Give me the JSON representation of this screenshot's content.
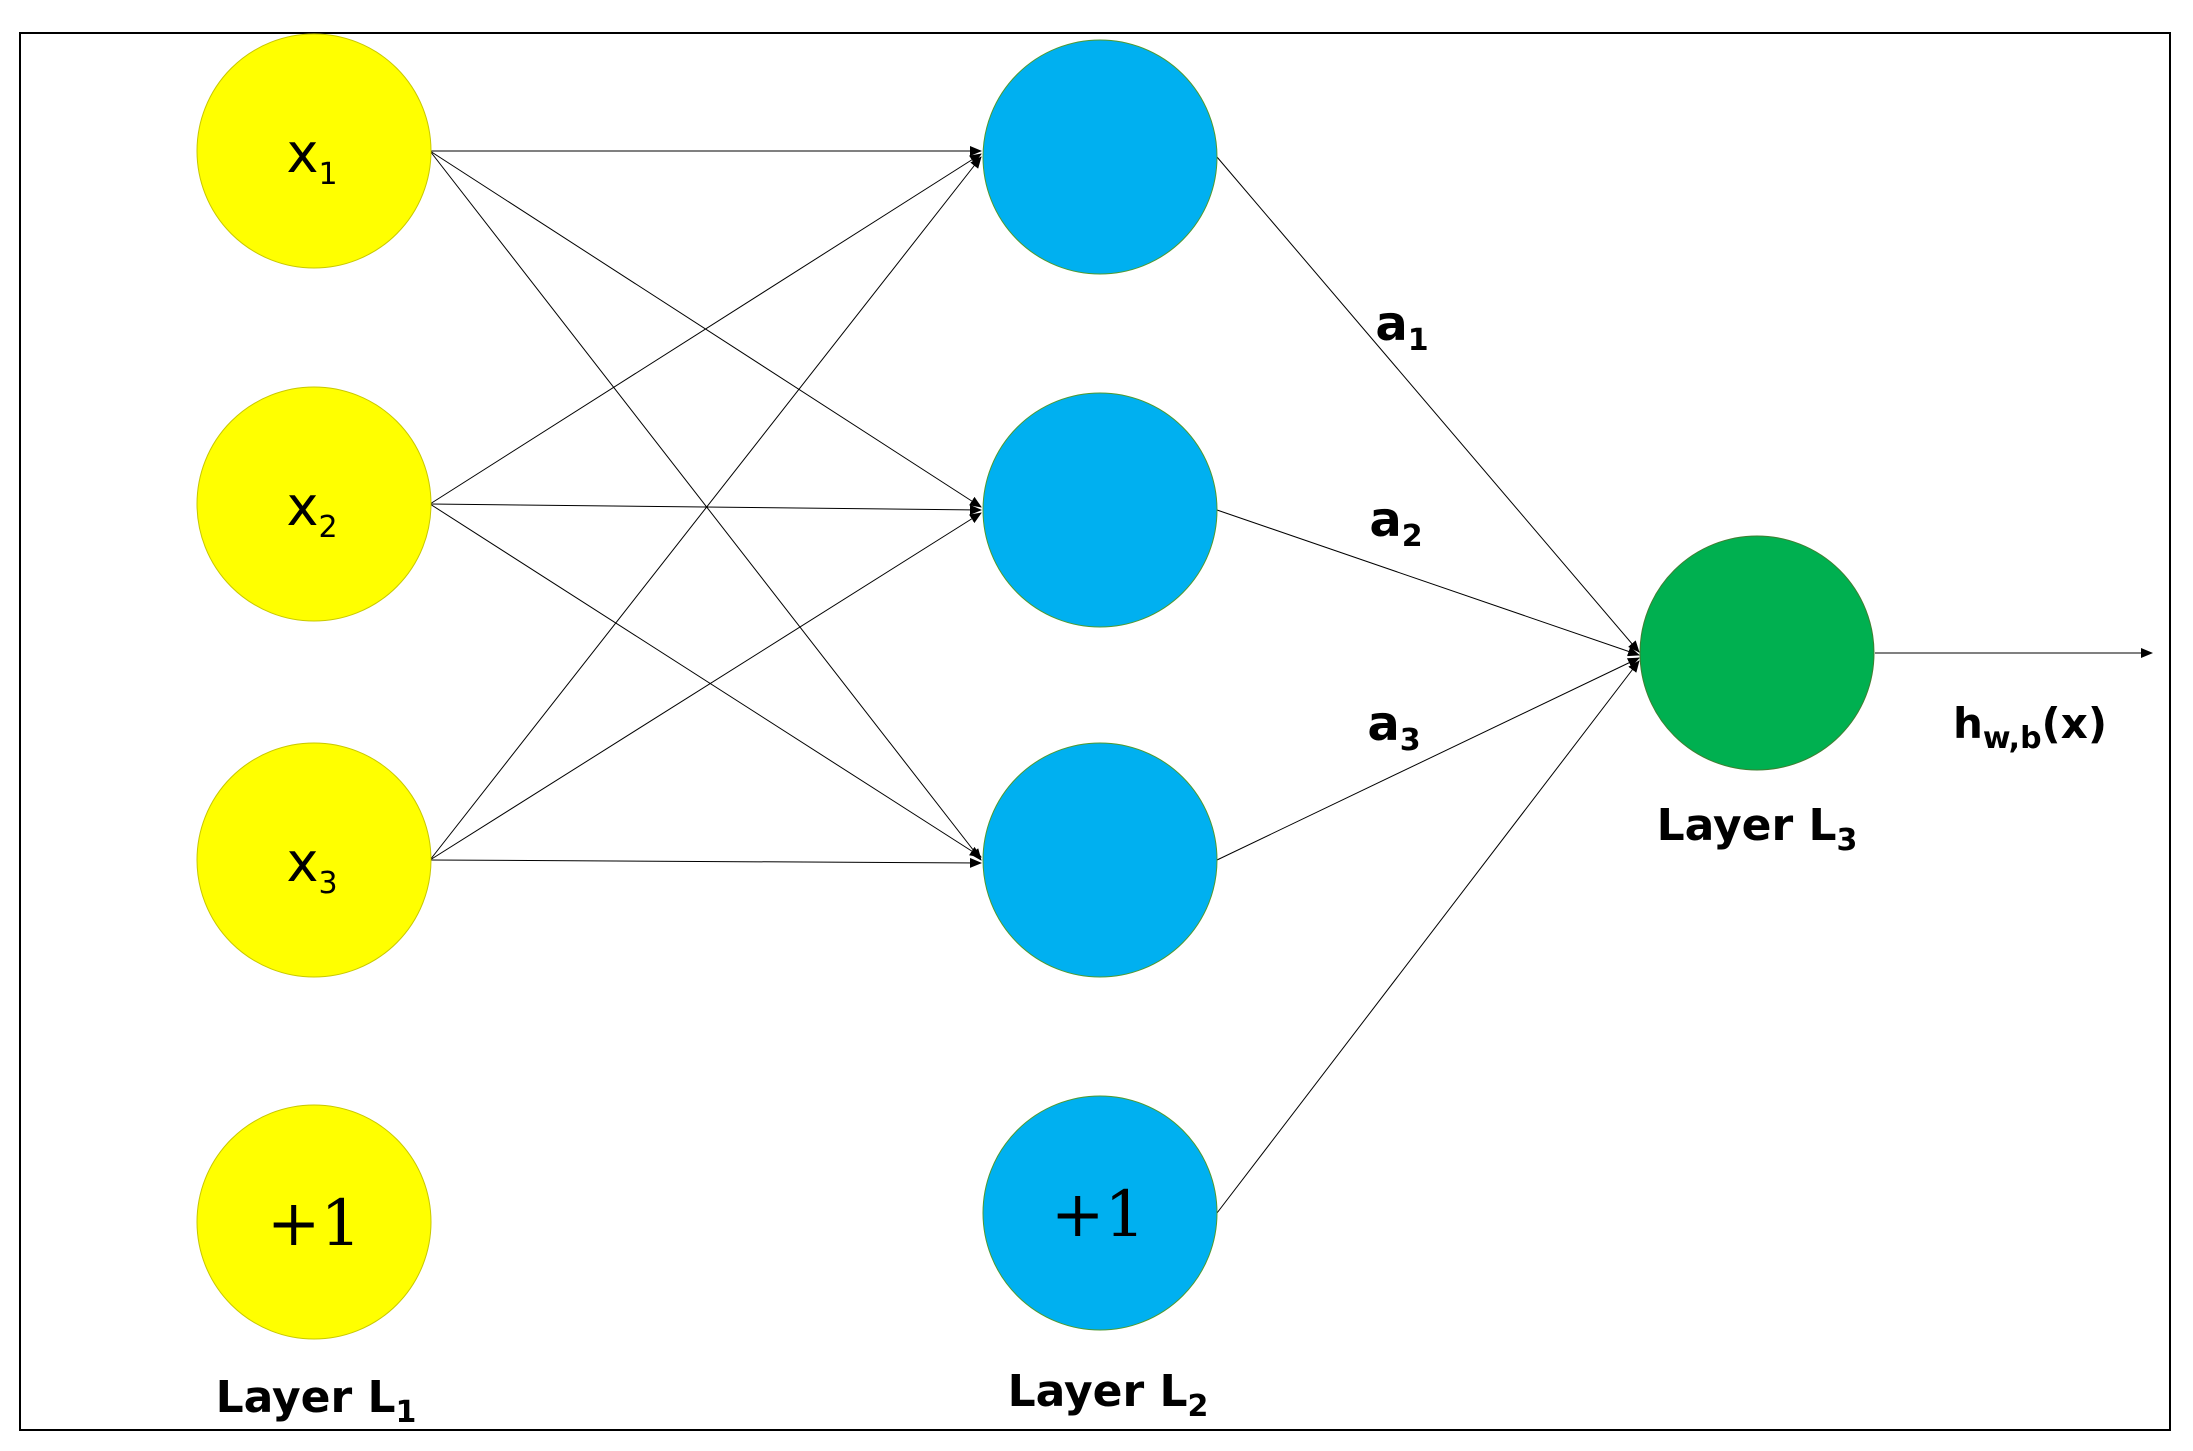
{
  "diagram": {
    "colors": {
      "input": "#FFFF00",
      "hidden": "#00B0F0",
      "output": "#00B050",
      "line": "#000000"
    },
    "layers": {
      "l1": {
        "prefix": "Layer L",
        "sub": "1"
      },
      "l2": {
        "prefix": "Layer L",
        "sub": "2"
      },
      "l3": {
        "prefix": "Layer L",
        "sub": "3"
      }
    },
    "inputs": [
      {
        "base": "x",
        "sub": "1"
      },
      {
        "base": "x",
        "sub": "2"
      },
      {
        "base": "x",
        "sub": "3"
      }
    ],
    "input_bias": "+1",
    "hidden_bias": "+1",
    "activations": [
      {
        "base": "a",
        "sub": "1"
      },
      {
        "base": "a",
        "sub": "2"
      },
      {
        "base": "a",
        "sub": "3"
      }
    ],
    "output": {
      "base": "h",
      "sub": "w,b",
      "arg": "(x)"
    }
  }
}
